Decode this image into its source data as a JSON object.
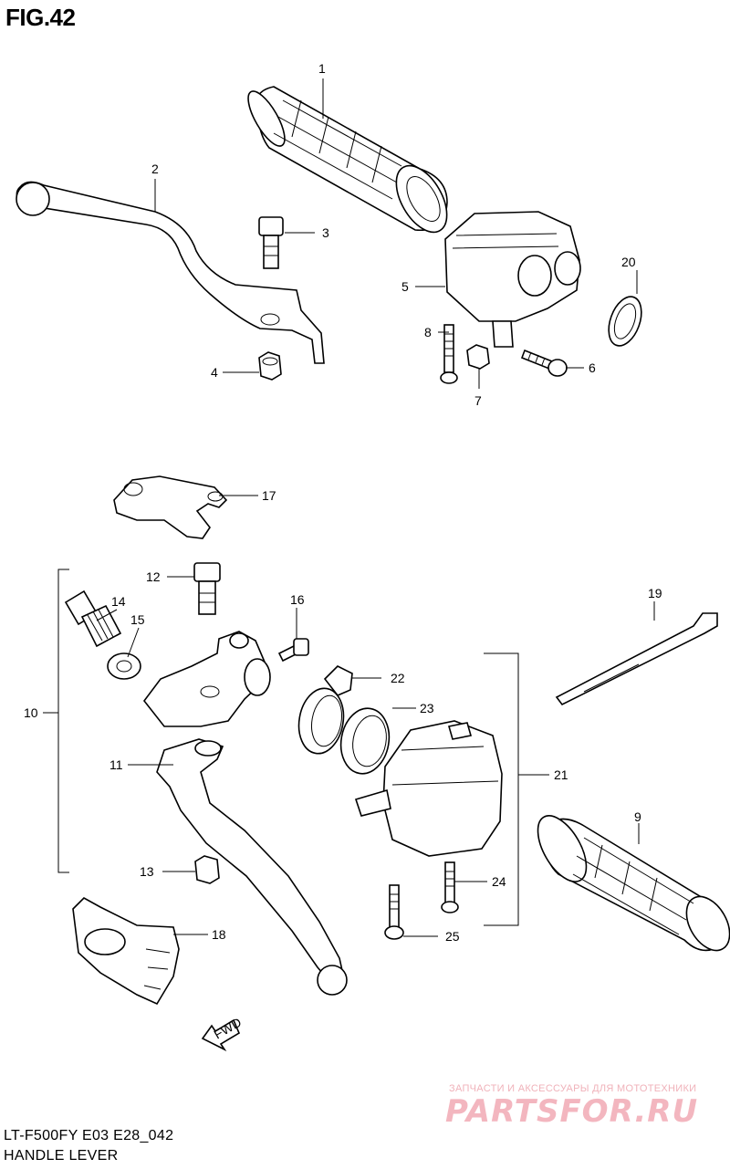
{
  "figure": {
    "title": "FIG.42"
  },
  "parts": {
    "p1": "1",
    "p2": "2",
    "p3": "3",
    "p4": "4",
    "p5": "5",
    "p6": "6",
    "p7": "7",
    "p8": "8",
    "p9": "9",
    "p10": "10",
    "p11": "11",
    "p12": "12",
    "p13": "13",
    "p14": "14",
    "p15": "15",
    "p16": "16",
    "p17": "17",
    "p18": "18",
    "p19": "19",
    "p20": "20",
    "p21": "21",
    "p22": "22",
    "p23": "23",
    "p24": "24",
    "p25": "25"
  },
  "fwd_marker": "FWD",
  "footer": {
    "model_code": "LT-F500FY E03 E28_042",
    "caption": "HANDLE LEVER"
  },
  "watermark": {
    "tagline": "ЗАПЧАСТИ И АКСЕССУАРЫ ДЛЯ МОТОТЕХНИКИ",
    "brand": "PARTSFOR.RU"
  }
}
